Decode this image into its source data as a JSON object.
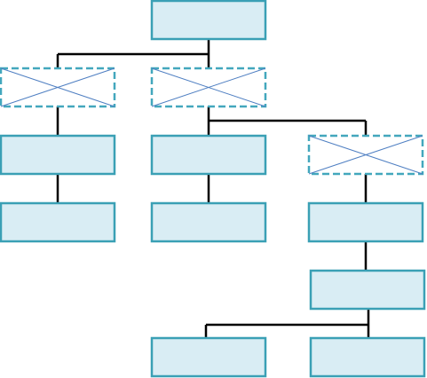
{
  "diagram": {
    "colors": {
      "background": "#ffffff",
      "box_fill": "#d9edf4",
      "box_stroke": "#3aa0b5",
      "placeholder_fill": "#ffffff",
      "placeholder_stroke": "#43a7bd",
      "cross_stroke": "#4f7fc2",
      "connector": "#000000"
    },
    "nodes": [
      {
        "id": "root",
        "kind": "box",
        "label": ""
      },
      {
        "id": "placeholder-1",
        "kind": "placeholder",
        "label": ""
      },
      {
        "id": "placeholder-2",
        "kind": "placeholder",
        "label": ""
      },
      {
        "id": "left-child-1",
        "kind": "box",
        "label": ""
      },
      {
        "id": "left-child-2",
        "kind": "box",
        "label": ""
      },
      {
        "id": "middle-child-1",
        "kind": "box",
        "label": ""
      },
      {
        "id": "middle-child-2",
        "kind": "box",
        "label": ""
      },
      {
        "id": "placeholder-3",
        "kind": "placeholder",
        "label": ""
      },
      {
        "id": "right-child-1",
        "kind": "box",
        "label": ""
      },
      {
        "id": "right-child-2",
        "kind": "box",
        "label": ""
      },
      {
        "id": "bottom-left",
        "kind": "box",
        "label": ""
      },
      {
        "id": "bottom-right",
        "kind": "box",
        "label": ""
      }
    ],
    "edges": [
      [
        "root",
        "placeholder-1"
      ],
      [
        "root",
        "placeholder-2"
      ],
      [
        "placeholder-1",
        "left-child-1"
      ],
      [
        "left-child-1",
        "left-child-2"
      ],
      [
        "placeholder-2",
        "middle-child-1"
      ],
      [
        "placeholder-2",
        "placeholder-3"
      ],
      [
        "middle-child-1",
        "middle-child-2"
      ],
      [
        "placeholder-3",
        "right-child-1"
      ],
      [
        "right-child-1",
        "right-child-2"
      ],
      [
        "right-child-2",
        "bottom-left"
      ],
      [
        "right-child-2",
        "bottom-right"
      ]
    ]
  }
}
